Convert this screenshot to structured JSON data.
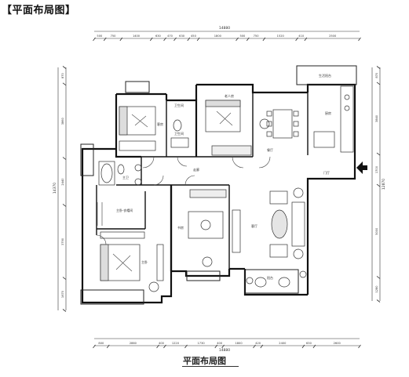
{
  "header": {
    "title": "【平面布局图】"
  },
  "caption": {
    "title": "平面布局图"
  },
  "dims": {
    "top_total": "14880",
    "top": [
      "500",
      "750",
      "1400",
      "630",
      "470",
      "630",
      "450",
      "1800",
      "500",
      "750",
      "1520",
      "410",
      "2500"
    ],
    "bottom_total": "14880",
    "bottom": [
      "800",
      "2860",
      "400",
      "1220",
      "1730",
      "400",
      "1800",
      "420",
      "2400",
      "630",
      "2600"
    ],
    "left_total": "14370",
    "left": [
      "870",
      "3860",
      "2440",
      "3790",
      "1670"
    ],
    "right_total": "12870",
    "right": [
      "870",
      "3840",
      "1700",
      "5000",
      "1280"
    ]
  },
  "rooms": {
    "bedroom1": "客房",
    "bedroom2": "老人房",
    "wc1": "卫生间",
    "wc2": "卫生间",
    "dining": "餐厅",
    "kitchen": "厨房",
    "balcony_top": "生活阳台",
    "corridor": "走廊",
    "foyer": "门厅",
    "master_wc": "主卫",
    "cloakroom": "主卧·衣帽间",
    "master_bed": "主卧",
    "study": "书房",
    "living": "客厅",
    "balcony_bottom": "阳台"
  }
}
